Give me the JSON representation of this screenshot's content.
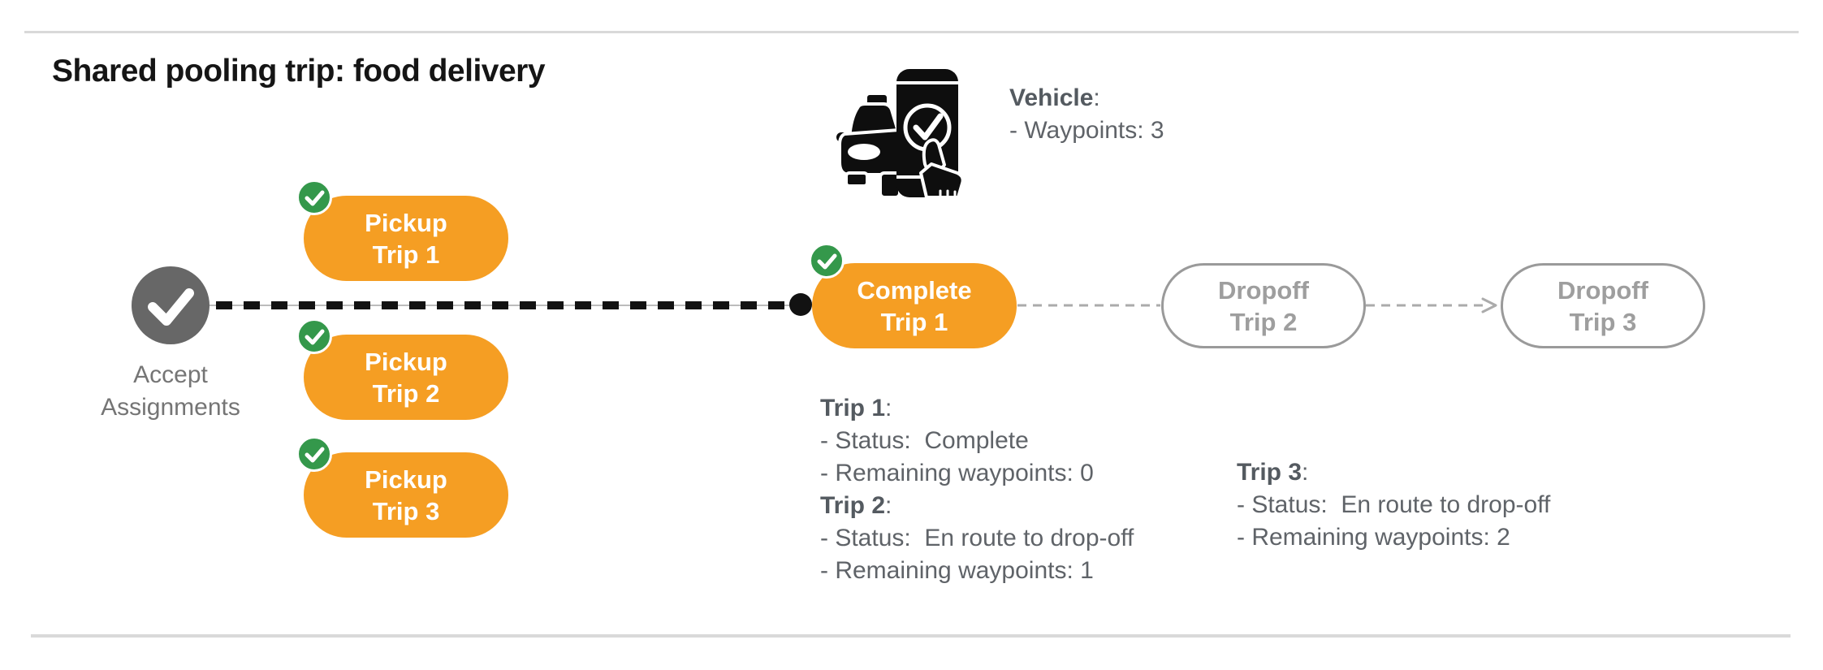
{
  "page": {
    "title": "Shared pooling trip: food delivery"
  },
  "vehicle": {
    "icon": "car-phone-check-icon",
    "label": "Vehicle",
    "sep": ":",
    "waypoints_line": "- Waypoints: 3"
  },
  "flow": {
    "start": {
      "icon": "checkmark-icon",
      "label_line1": "Accept",
      "label_line2": "Assignments"
    },
    "pickups": [
      {
        "line1": "Pickup",
        "line2": "Trip 1",
        "badge_icon": "check-badge-icon"
      },
      {
        "line1": "Pickup",
        "line2": "Trip 2",
        "badge_icon": "check-badge-icon"
      },
      {
        "line1": "Pickup",
        "line2": "Trip 3",
        "badge_icon": "check-badge-icon"
      }
    ],
    "complete": {
      "line1": "Complete",
      "line2": "Trip 1",
      "badge_icon": "check-badge-icon"
    },
    "dropoffs": [
      {
        "line1": "Dropoff",
        "line2": "Trip 2"
      },
      {
        "line1": "Dropoff",
        "line2": "Trip 3"
      }
    ]
  },
  "trip_details": [
    {
      "name": "Trip 1",
      "sep": ":",
      "lines": [
        "- Status:  Complete",
        "- Remaining waypoints: 0"
      ]
    },
    {
      "name": "Trip 2",
      "sep": ":",
      "lines": [
        "- Status:  En route to drop-off",
        "- Remaining waypoints: 1"
      ]
    },
    {
      "name": "Trip 3",
      "sep": ":",
      "lines": [
        "- Status:  En route to drop-off",
        "- Remaining waypoints: 2"
      ]
    }
  ],
  "colors": {
    "pill_orange": "#F59E23",
    "badge_green": "#34984B",
    "start_node_gray": "#676767",
    "body_text_gray": "#5F6368",
    "outline_pill_gray": "#9A9A9A",
    "route_line_black": "#121212",
    "divider_gray": "#D9D9D9"
  }
}
